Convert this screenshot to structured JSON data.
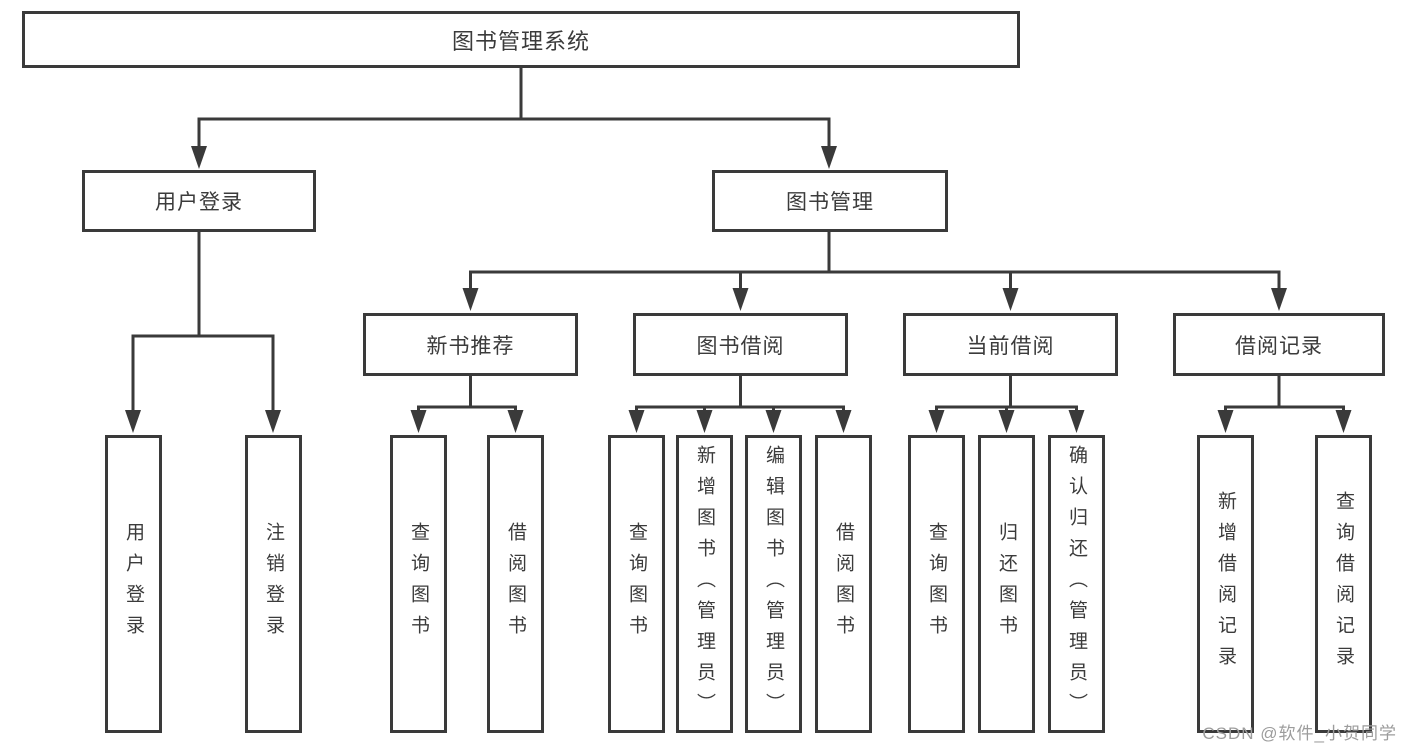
{
  "tree": {
    "label": "图书管理系统",
    "children": [
      {
        "label": "用户登录",
        "children": [
          {
            "label": "用户登录"
          },
          {
            "label": "注销登录"
          }
        ]
      },
      {
        "label": "图书管理",
        "children": [
          {
            "label": "新书推荐",
            "children": [
              {
                "label": "查询图书"
              },
              {
                "label": "借阅图书"
              }
            ]
          },
          {
            "label": "图书借阅",
            "children": [
              {
                "label": "查询图书"
              },
              {
                "label": "新增图书（管理员）"
              },
              {
                "label": "编辑图书（管理员）"
              },
              {
                "label": "借阅图书"
              }
            ]
          },
          {
            "label": "当前借阅",
            "children": [
              {
                "label": "查询图书"
              },
              {
                "label": "归还图书"
              },
              {
                "label": "确认归还（管理员）"
              }
            ]
          },
          {
            "label": "借阅记录",
            "children": [
              {
                "label": "新增借阅记录"
              },
              {
                "label": "查询借阅记录"
              }
            ]
          }
        ]
      }
    ]
  },
  "watermark": "CSDN @软件_小贺同学",
  "colors": {
    "line": "#3a3a3a",
    "box_border": "#3a3a3a",
    "text": "#3b3b3b",
    "watermark": "#9c9c9c",
    "background": "#ffffff"
  }
}
